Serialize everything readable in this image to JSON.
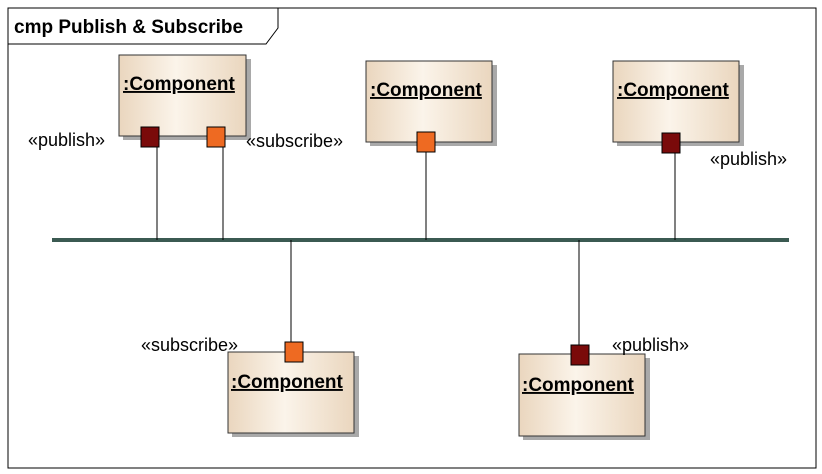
{
  "diagram": {
    "title": "cmp Publish & Subscribe",
    "colors": {
      "bus": "#3b5a52",
      "component_fill_light": "#fbf4ea",
      "component_fill_dark": "#ead6be",
      "component_border": "#333333",
      "shadow": "#a9a9a9",
      "publish_port": "#7a0a0a",
      "subscribe_port": "#ee6a22",
      "connector": "#000000"
    },
    "components": [
      {
        "id": "c1",
        "label": ":Component"
      },
      {
        "id": "c2",
        "label": ":Component"
      },
      {
        "id": "c3",
        "label": ":Component"
      },
      {
        "id": "c4",
        "label": ":Component"
      },
      {
        "id": "c5",
        "label": ":Component"
      }
    ],
    "ports": [
      {
        "id": "p1",
        "component": "c1",
        "kind": "publish",
        "stereotype": "«publish»"
      },
      {
        "id": "p2",
        "component": "c1",
        "kind": "subscribe",
        "stereotype": "«subscribe»"
      },
      {
        "id": "p3",
        "component": "c2",
        "kind": "subscribe",
        "stereotype": ""
      },
      {
        "id": "p4",
        "component": "c3",
        "kind": "publish",
        "stereotype": "«publish»"
      },
      {
        "id": "p5",
        "component": "c4",
        "kind": "subscribe",
        "stereotype": "«subscribe»"
      },
      {
        "id": "p6",
        "component": "c5",
        "kind": "publish",
        "stereotype": "«publish»"
      }
    ]
  }
}
